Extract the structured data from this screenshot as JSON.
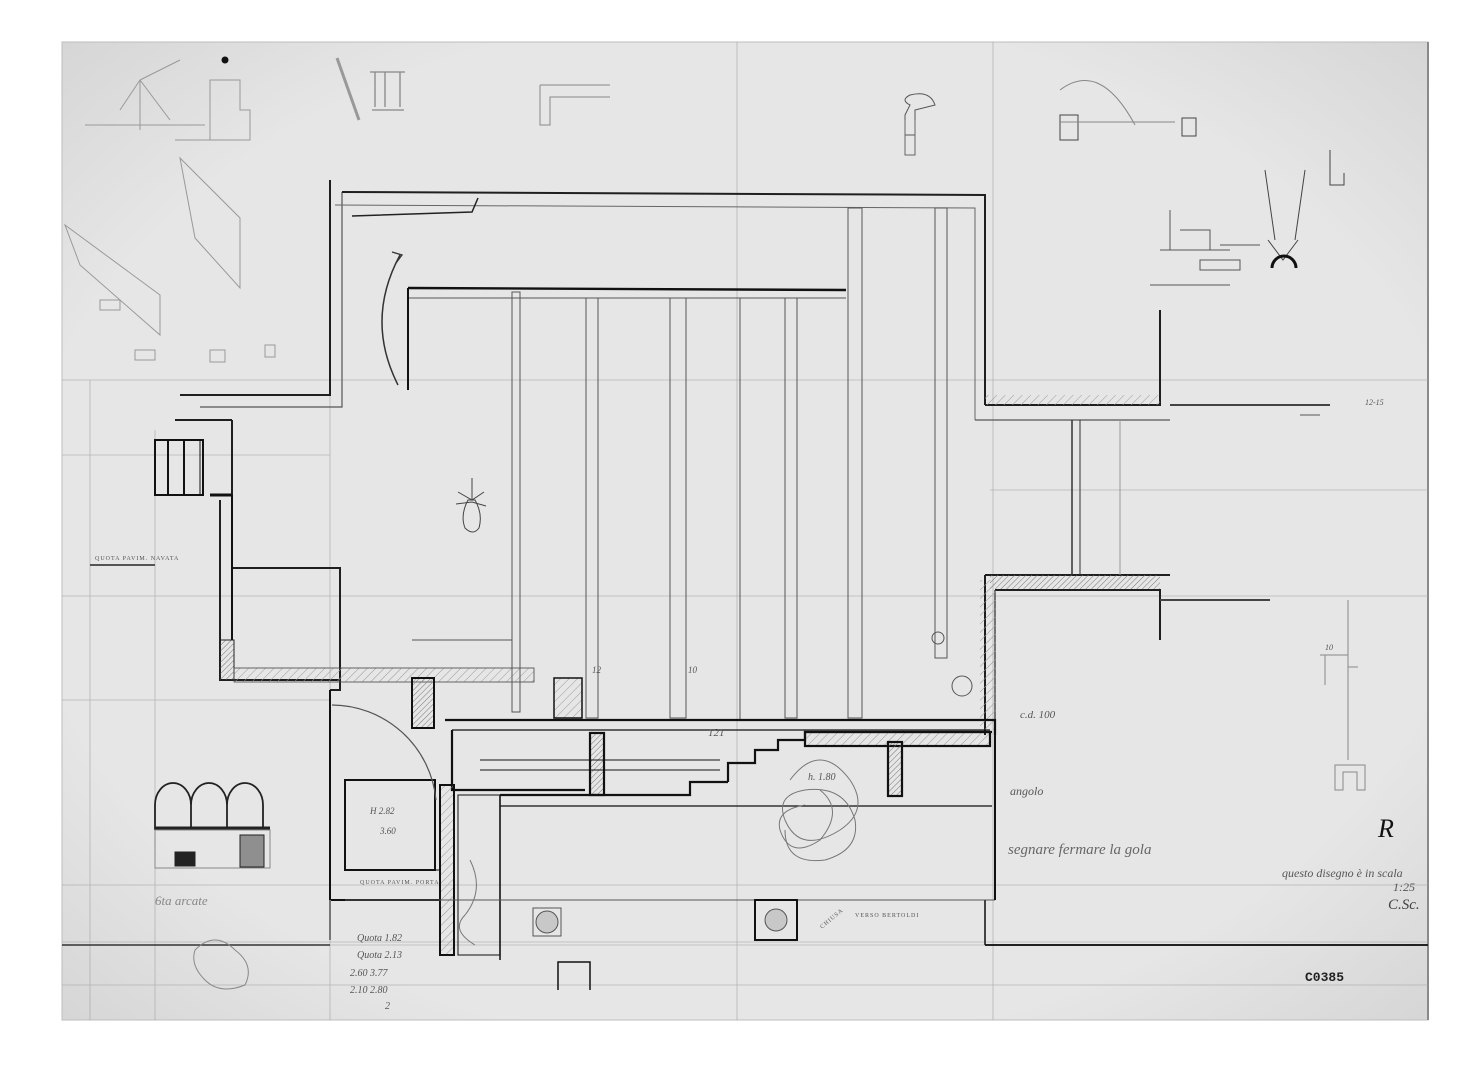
{
  "document": {
    "type": "architectural pencil drawing",
    "description": "Floor plan with wall sections, stairs, columns and marginal construction detail sketches"
  },
  "colors": {
    "mount_background": "#ffffff",
    "paper": "#e4e4e4",
    "line_dark": "#1a1a1a",
    "line_light": "#9a9a9a",
    "hatch": "#b8b8b8"
  },
  "annotations": {
    "scale_note": "questo disegno è in scala",
    "scale_value": "1:25",
    "signature": "C.Sc.",
    "archive_stamp": "C0385",
    "initial_mark": "R",
    "right_note_top": "c.d. 100",
    "right_note_mid": "angolo",
    "right_note_bottom": "segnare fermare la gola",
    "left_note_elevation": "6ta arcate",
    "left_label_small": "QUOTA PAVIM. NAVATA",
    "room_label_1": "H 2.82",
    "room_label_2": "3.60",
    "landing_label": "QUOTA PAVIM. PORTA",
    "level_list": [
      "Quota 1.82",
      "Quota 2.13",
      "2.60 3.77",
      "2.10 2.80",
      "2"
    ],
    "dimension_121": "121",
    "dimension_12": "12",
    "dimension_10": "10",
    "stair_label": "h. 1.80",
    "drain_label": "CHIUSA",
    "drain_label_2": "VERSO BERTOLDI",
    "margin_number": "10",
    "tbc_corner": "12-15"
  },
  "sketches": [
    {
      "name": "perspective-sketch",
      "location": "top-left"
    },
    {
      "name": "wall-section-details",
      "location": "top-right"
    },
    {
      "name": "arched-elevation",
      "location": "bottom-left"
    },
    {
      "name": "profile-details",
      "location": "right-margin"
    }
  ]
}
